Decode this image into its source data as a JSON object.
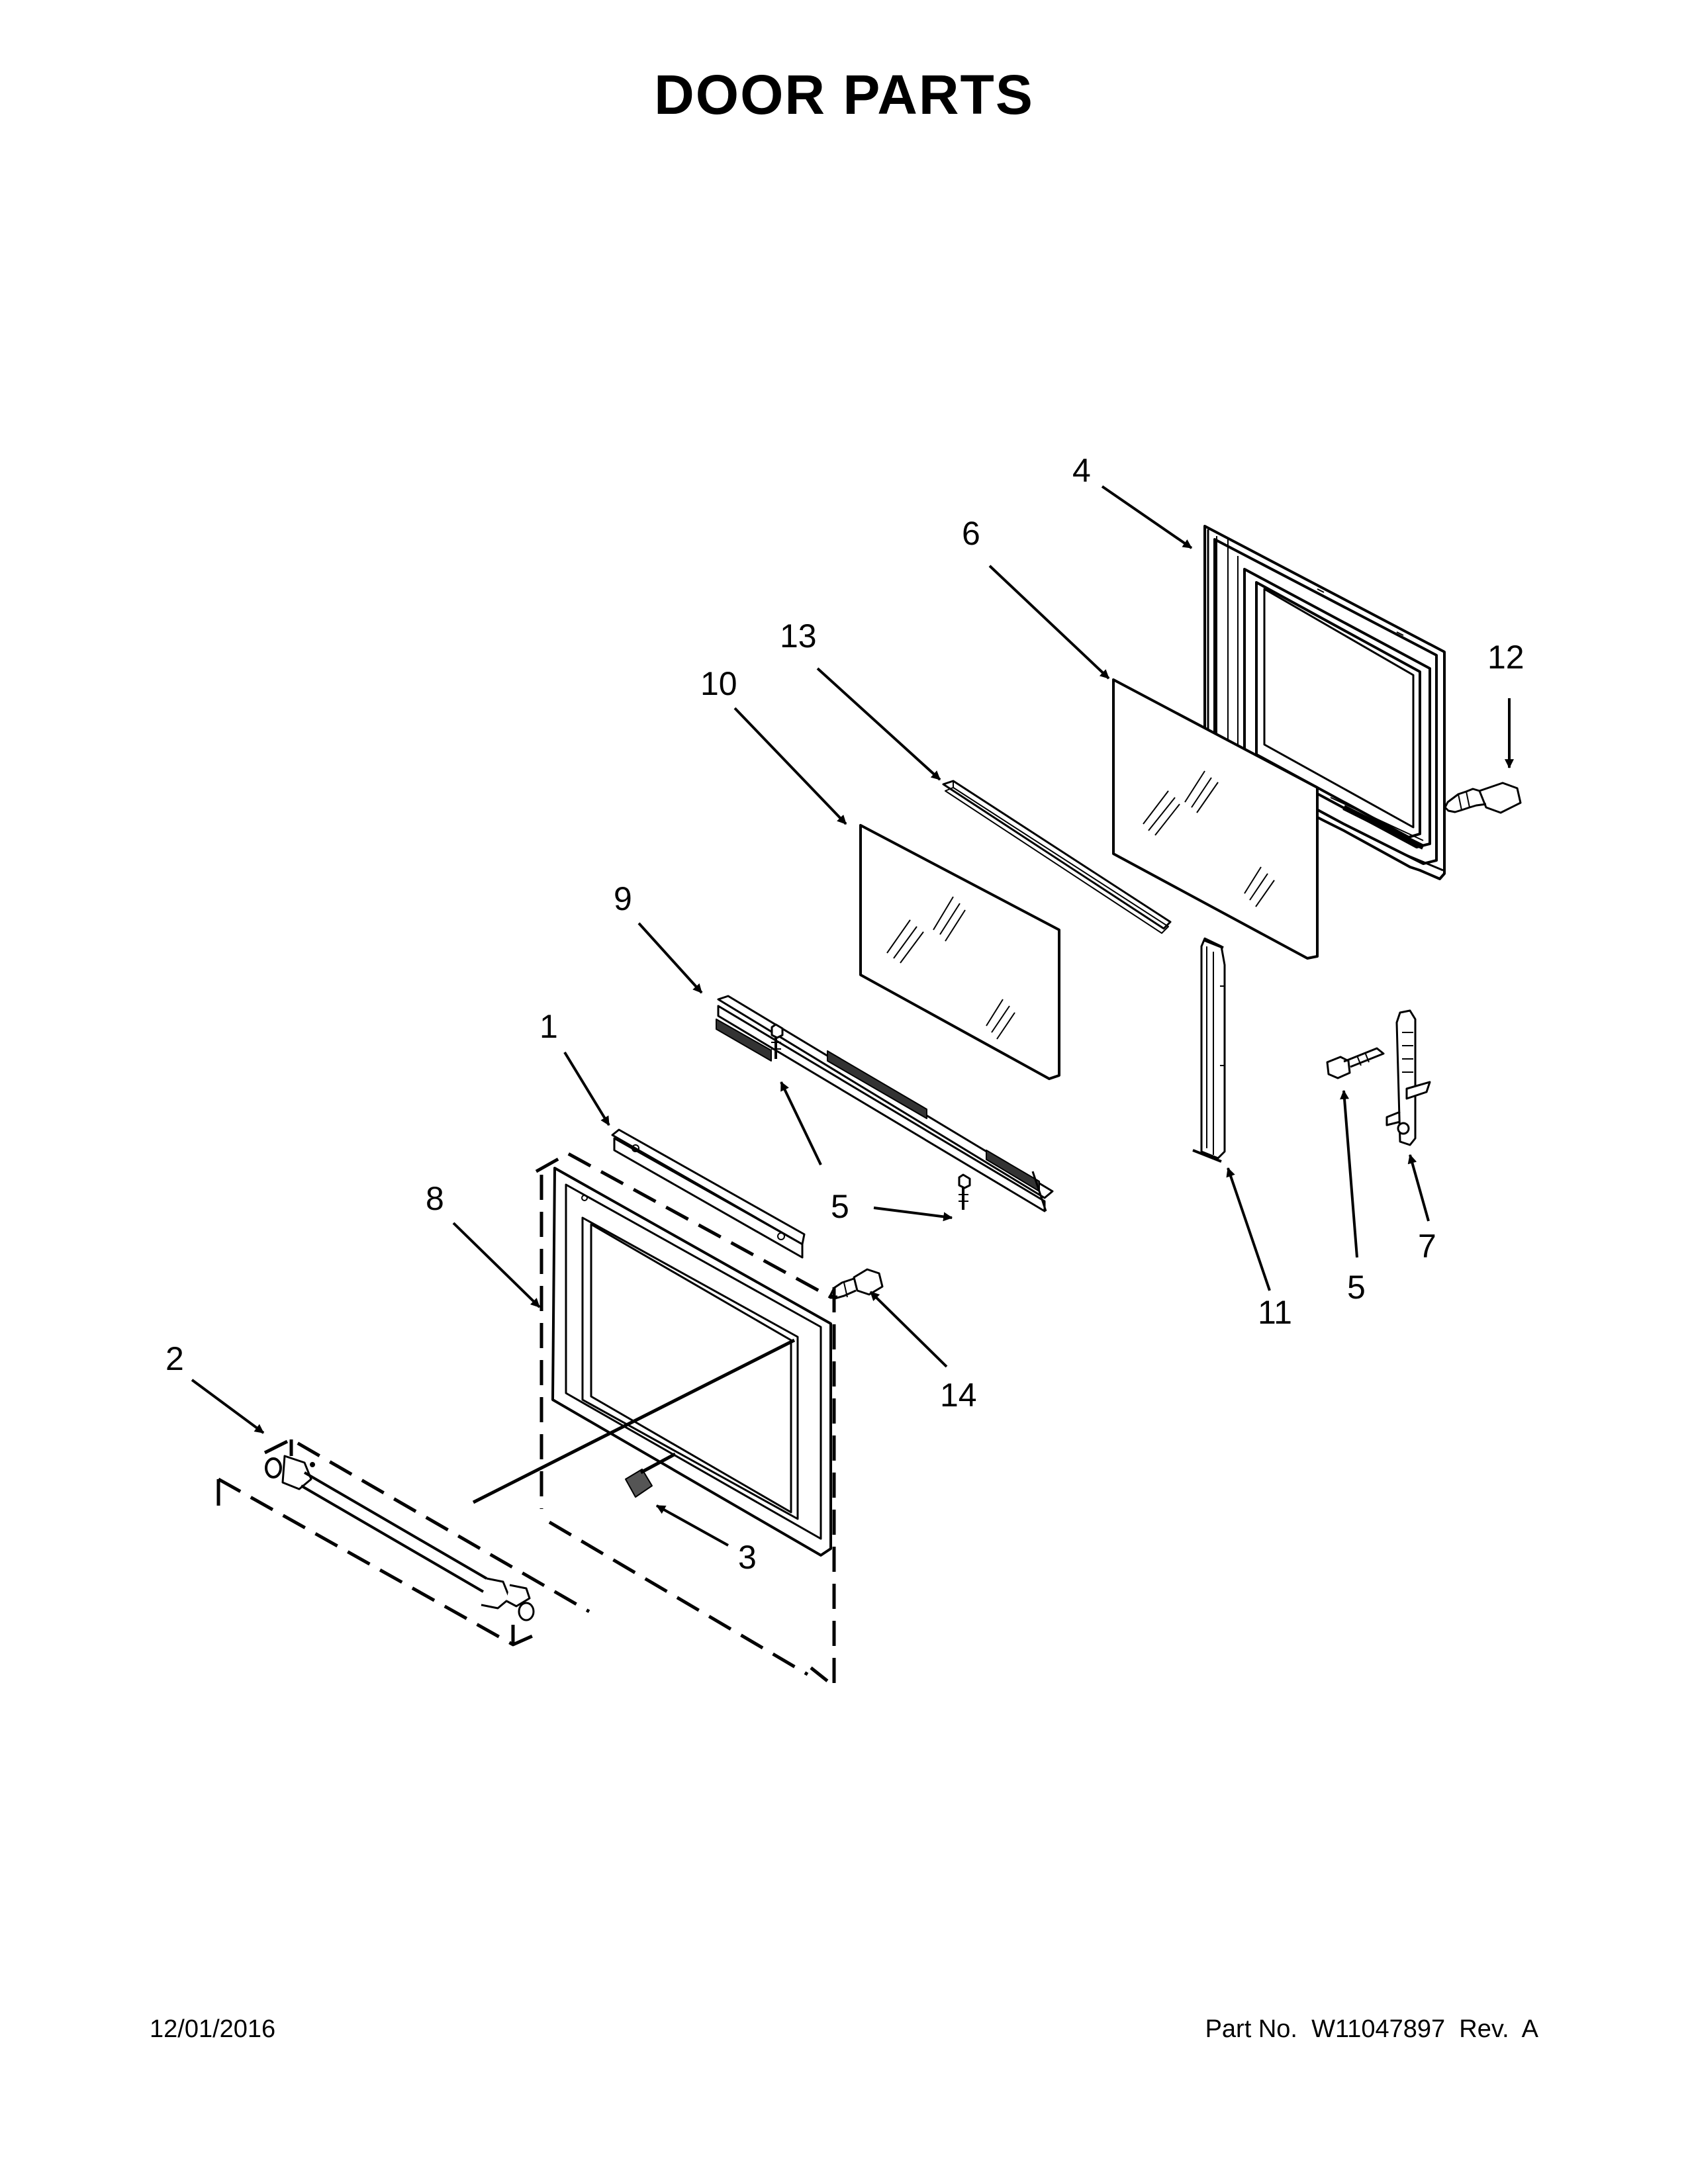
{
  "title": "DOOR PARTS",
  "footer": {
    "date": "12/01/2016",
    "part_number": "Part No.  W11047897  Rev.  A"
  },
  "callouts": [
    {
      "id": "c4",
      "label": "4"
    },
    {
      "id": "c6",
      "label": "6"
    },
    {
      "id": "c12",
      "label": "12"
    },
    {
      "id": "c13",
      "label": "13"
    },
    {
      "id": "c10",
      "label": "10"
    },
    {
      "id": "c9",
      "label": "9"
    },
    {
      "id": "c1",
      "label": "1"
    },
    {
      "id": "c8",
      "label": "8"
    },
    {
      "id": "c5a",
      "label": "5"
    },
    {
      "id": "c5b",
      "label": "5"
    },
    {
      "id": "c7",
      "label": "7"
    },
    {
      "id": "c11",
      "label": "11"
    },
    {
      "id": "c14",
      "label": "14"
    },
    {
      "id": "c2",
      "label": "2"
    },
    {
      "id": "c3",
      "label": "3"
    }
  ]
}
